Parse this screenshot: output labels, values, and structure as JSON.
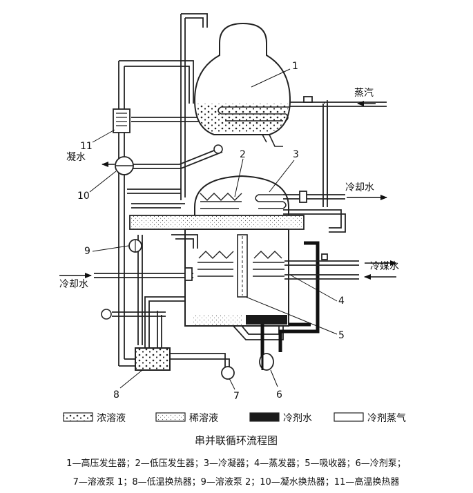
{
  "figure": {
    "title": "串并联循环流程图",
    "caption_line1": "1—高压发生器；2—低压发生器；3—冷凝器；4—蒸发器；5—吸收器；6—冷剂泵；",
    "caption_line2": "7—溶液泵 1；8—低温换热器；9—溶液泵 2；10—凝水换热器；11—高温换热器"
  },
  "labels": {
    "steam": "蒸汽",
    "condensate": "凝水",
    "cooling_water_upper": "冷却水",
    "cooling_water_lower": "冷却水",
    "chilled_water": "冷媒水"
  },
  "components": [
    {
      "id": "1"
    },
    {
      "id": "2"
    },
    {
      "id": "3"
    },
    {
      "id": "4"
    },
    {
      "id": "5"
    },
    {
      "id": "6"
    },
    {
      "id": "7"
    },
    {
      "id": "8"
    },
    {
      "id": "9"
    },
    {
      "id": "10"
    },
    {
      "id": "11"
    }
  ],
  "legend": [
    {
      "key": "concentrated",
      "label": "浓溶液"
    },
    {
      "key": "dilute",
      "label": "稀溶液"
    },
    {
      "key": "refrigerant_water",
      "label": "冷剂水"
    },
    {
      "key": "refrigerant_vapor",
      "label": "冷剂蒸气"
    }
  ]
}
